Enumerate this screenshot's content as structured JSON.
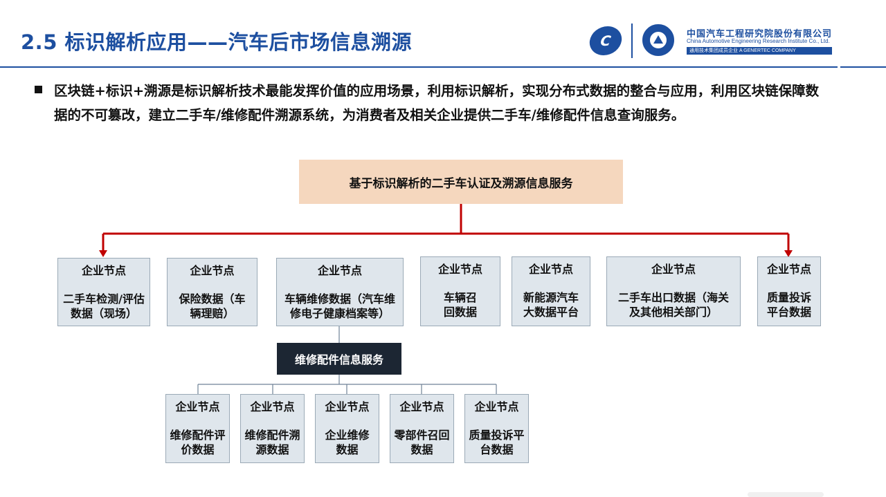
{
  "header": {
    "title": "2.5 标识解析应用——汽车后市场信息溯源",
    "logo": {
      "cn_name": "中国汽车工程研究院股份有限公司",
      "en_name": "China Automotive Engineering Research Institute Co., Ltd.",
      "bar_text": "通用技术集团成员企业 A GENERTEC COMPANY",
      "mark_text": "C"
    }
  },
  "bullet": {
    "text": "区块链+标识+溯源是标识解析技术最能发挥价值的应用场景，利用标识解析，实现分布式数据的整合与应用，利用区块链保障数据的不可篡改，建立二手车/维修配件溯源系统，为消费者及相关企业提供二手车/维修配件信息查询服务。"
  },
  "diagram": {
    "top_service": "基于标识解析的二手车认证及溯源信息服务",
    "enterprise_nodes": [
      {
        "header": "企业节点",
        "body": "二手车检测/评估数据（现场）"
      },
      {
        "header": "企业节点",
        "body": "保险数据（车辆理赔）"
      },
      {
        "header": "企业节点",
        "body": "车辆维修数据（汽车维修电子健康档案等）"
      },
      {
        "header": "企业节点",
        "body": "车辆召回数据"
      },
      {
        "header": "企业节点",
        "body": "新能源汽车大数据平台"
      },
      {
        "header": "企业节点",
        "body": "二手车出口数据（海关及其他相关部门）"
      },
      {
        "header": "企业节点",
        "body": "质量投诉平台数据"
      }
    ],
    "sub_service": "维修配件信息服务",
    "sub_nodes": [
      {
        "header": "企业节点",
        "body": "维修配件评价数据"
      },
      {
        "header": "企业节点",
        "body": "维修配件溯源数据"
      },
      {
        "header": "企业节点",
        "body": "企业维修数据"
      },
      {
        "header": "企业节点",
        "body": "零部件召回数据"
      },
      {
        "header": "企业节点",
        "body": "质量投诉平台数据"
      }
    ],
    "colors": {
      "accent_blue": "#1d4fa0",
      "arrow_red": "#c00000",
      "top_box_fill": "#f5d7be",
      "node_fill": "#dfe6ec",
      "sub_service_fill": "#1c2633"
    }
  }
}
